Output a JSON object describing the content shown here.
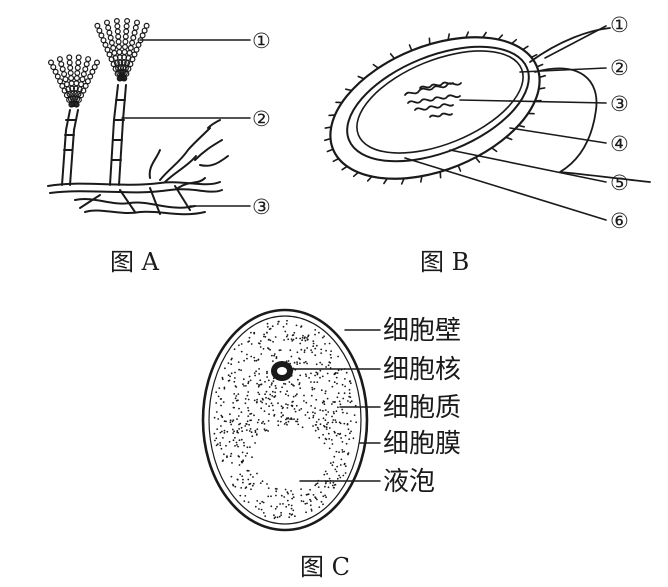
{
  "figure_a": {
    "caption": "图 A",
    "labels": [
      "①",
      "②",
      "③"
    ]
  },
  "figure_b": {
    "caption": "图 B",
    "labels": [
      "①",
      "②",
      "③",
      "④",
      "⑤",
      "⑥"
    ]
  },
  "figure_c": {
    "caption": "图 C",
    "labels": [
      "细胞壁",
      "细胞核",
      "细胞质",
      "细胞膜",
      "液泡"
    ]
  }
}
